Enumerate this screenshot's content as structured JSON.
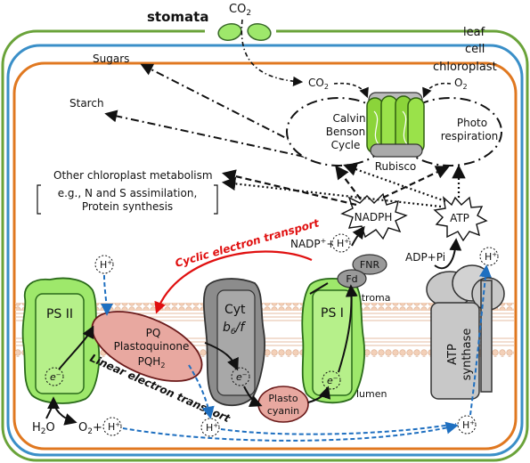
{
  "labels": {
    "stomata": "stomata",
    "co2_top": "CO",
    "co2_top_sub": "2",
    "leaf": "leaf",
    "cell": "cell",
    "chloroplast": "chloroplast",
    "sugars": "Sugars",
    "starch": "Starch",
    "co2_calvin": "CO",
    "co2_calvin_sub": "2",
    "o2_photo": "O",
    "o2_photo_sub": "2",
    "calvin_1": "Calvin",
    "calvin_2": "Benson",
    "calvin_3": "Cycle",
    "photo_1": "Photo",
    "photo_2": "respiration",
    "rubisco": "Rubisco",
    "other_metab": "Other chloroplast metabolism",
    "other_eg_1": "e.g., N and S assimilation,",
    "other_eg_2": "Protein synthesis",
    "nadph": "NADPH",
    "atp": "ATP",
    "nadp": "NADP",
    "nadp_sup": "+",
    "plus": "+",
    "h_plus": "H",
    "h_plus_sup": "+",
    "adp_pi": "ADP+Pi",
    "cyclic": "Cyclic electron transport",
    "fnr": "FNR",
    "fd": "Fd",
    "stroma": "stroma",
    "lumen": "lumen",
    "ps2": "PS II",
    "ps1": "PS I",
    "cyt": "Cyt",
    "cyt_b": "b",
    "cyt_b_sub": "6",
    "cyt_f": "/f",
    "pq": "PQ",
    "plastoquinone": "Plastoquinone",
    "pqh": "PQH",
    "pqh_sub": "2",
    "linear": "Linear electron transport",
    "plasto": "Plasto",
    "cyanin": "cyanin",
    "atp_synthase_1": "ATP",
    "atp_synthase_2": "synthase",
    "electron": "e",
    "electron_sup": "−",
    "h2o": "H",
    "h2o_sub": "2",
    "h2o_o": "O",
    "o2": "O",
    "o2_sub": "2",
    "o2_plus": "+"
  },
  "colors": {
    "leaf_border": "#6aa33a",
    "cell_border": "#3a8fc8",
    "chloroplast_border": "#e07820",
    "ps_green": "#9ee86b",
    "ps_green_dark": "#3a8a2a",
    "pq_fill": "#e8a8a0",
    "cyt_fill": "#8c8c8c",
    "atp_fill": "#c8c8c8",
    "cyclic_red": "#e01010",
    "proton_blue": "#1e6fc0",
    "membrane_bead": "#f3d0b8"
  }
}
